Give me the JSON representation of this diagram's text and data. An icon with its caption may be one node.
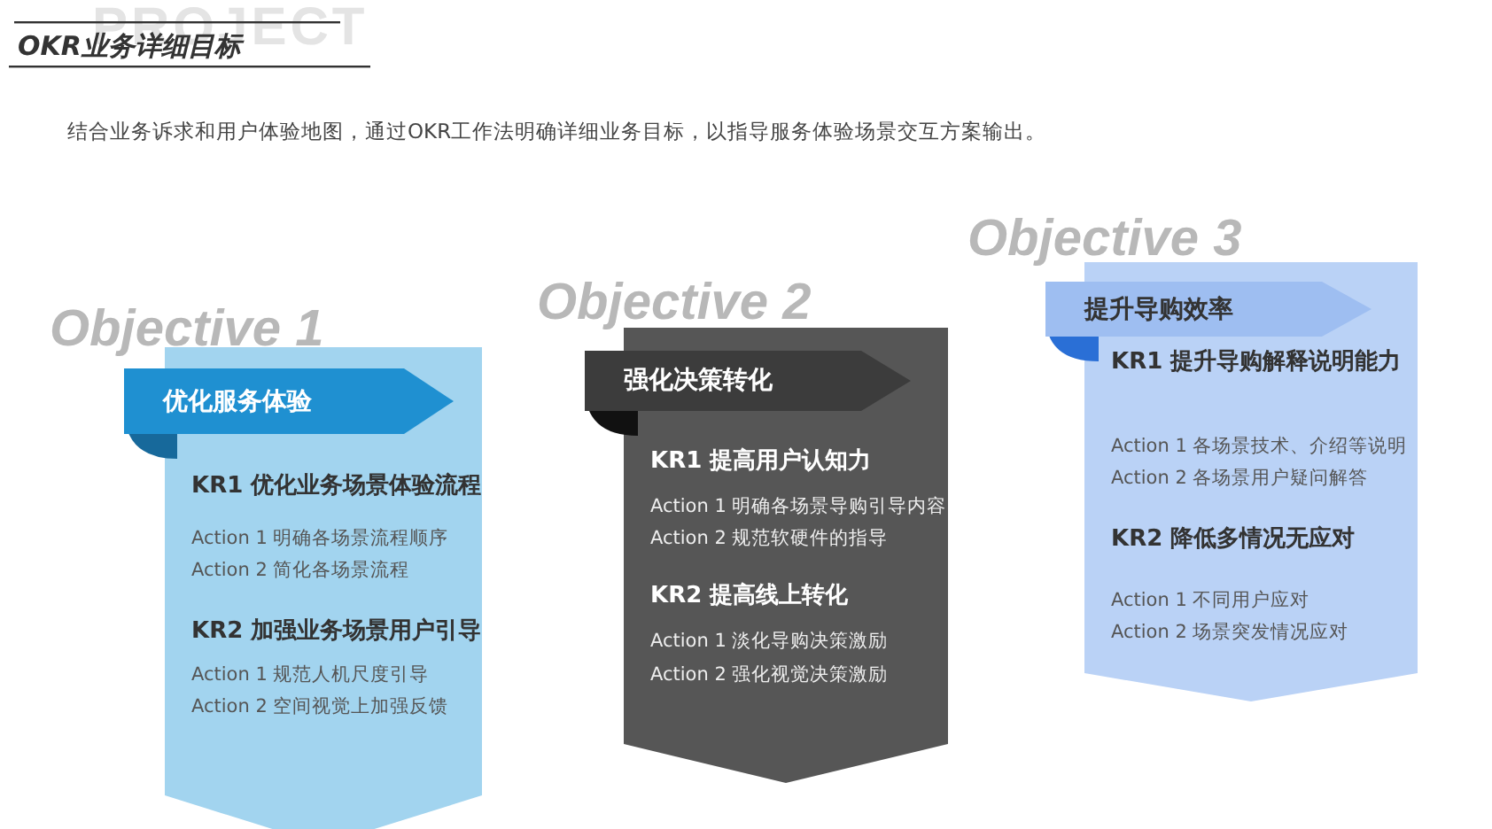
{
  "diagram": {
    "title": "OKR业务详细目标",
    "nodes": [
      {
        "text": [
          "Objective 1",
          "KR1 优化业务场景体验流程",
          "Action 1 明确各场景流程顺序",
          "Action 2 简化各场景流程",
          "KR2 加强业务场景用户引导",
          "Action 1 规范人机尺度引导",
          "Action 2 空间视觉上加强反馈"
        ]
      },
      {
        "text": [
          "优化服务体验"
        ],
        "in": 0
      },
      {
        "text": [
          "Objective 2",
          "KR1 提高用户认知力",
          "Action 1 明确各场景导购引导内容",
          "Action 2 规范软硬件的指导",
          "KR2 提高线上转化",
          "Action 1 淡化导购决策激励",
          "Action 2 强化视觉决策激励"
        ]
      },
      {
        "text": [
          "强化决策转化"
        ],
        "in": 2
      },
      {
        "text": [
          "Objective 3",
          "KR1 提升导购解释说明能力",
          "Action 1 各场景技术、介绍等说明",
          "Action 2 各场景用户疑问解答",
          "KR2 降低多情况无应对",
          "Action 1 不同用户应对",
          "Action 2 场景突发情况应对"
        ]
      },
      {
        "text": [
          "提升导购效率"
        ],
        "in": 4
      }
    ],
    "labels": [
      "PROJECT",
      "结合业务诉求和用户体验地图，通过OKR工作法明确详细业务目标，以指导服务体验场景交互方案输出。"
    ]
  }
}
